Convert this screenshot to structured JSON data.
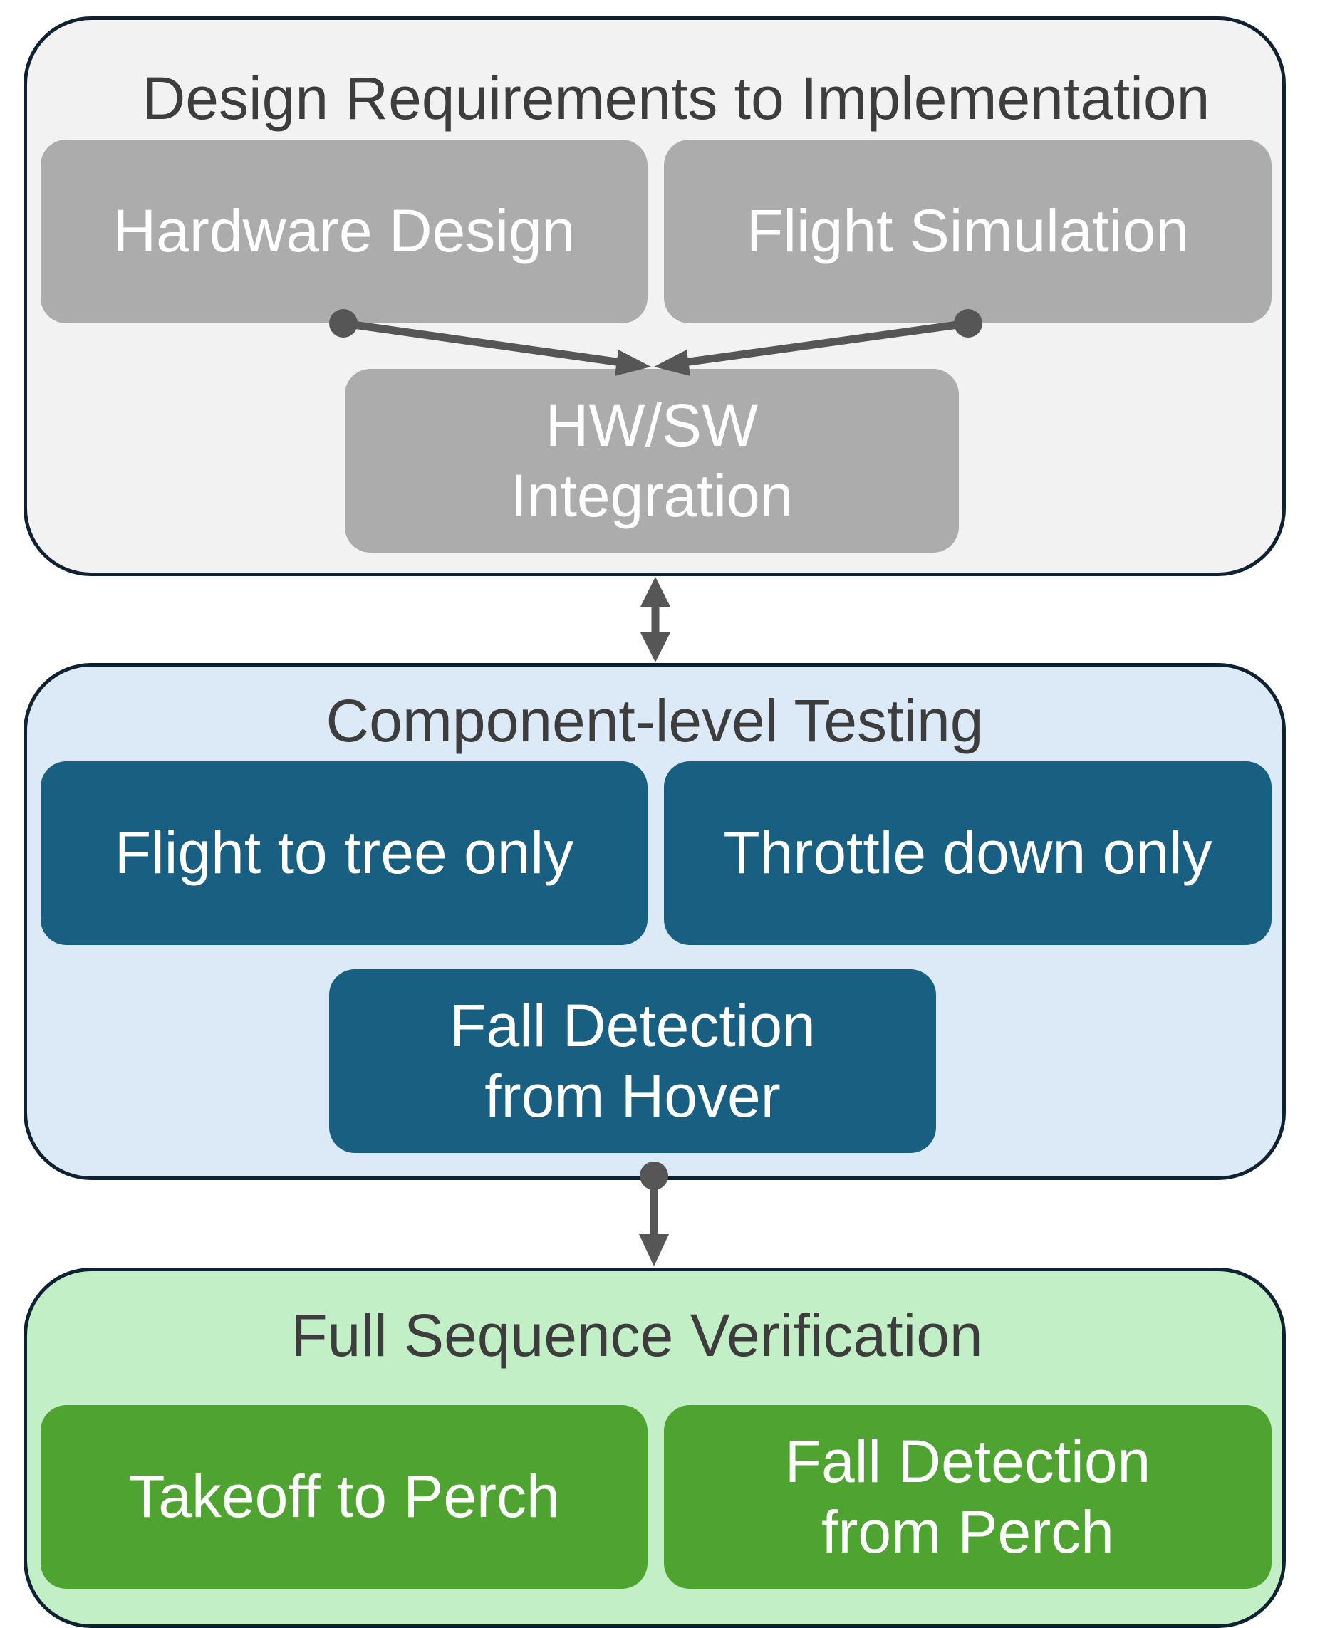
{
  "colors": {
    "section_border": "#0f2233",
    "design_bg": "#f2f2f2",
    "design_node": "#acacac",
    "testing_bg": "#dce9f6",
    "testing_node": "#185f81",
    "verification_bg": "#c3efc6",
    "verification_node": "#4fa431",
    "arrow": "#565656",
    "title_text": "#3d3d3d",
    "node_text": "#ffffff"
  },
  "design": {
    "title": "Design Requirements to Implementation",
    "hardware": "Hardware Design",
    "simulation": "Flight Simulation",
    "integration": "HW/SW\nIntegration"
  },
  "testing": {
    "title": "Component-level Testing",
    "flight_to_tree": "Flight to tree only",
    "throttle_down": "Throttle down only",
    "fall_hover": "Fall Detection\nfrom Hover"
  },
  "verification": {
    "title": "Full Sequence Verification",
    "takeoff": "Takeoff to Perch",
    "fall_perch": "Fall Detection\nfrom Perch"
  }
}
